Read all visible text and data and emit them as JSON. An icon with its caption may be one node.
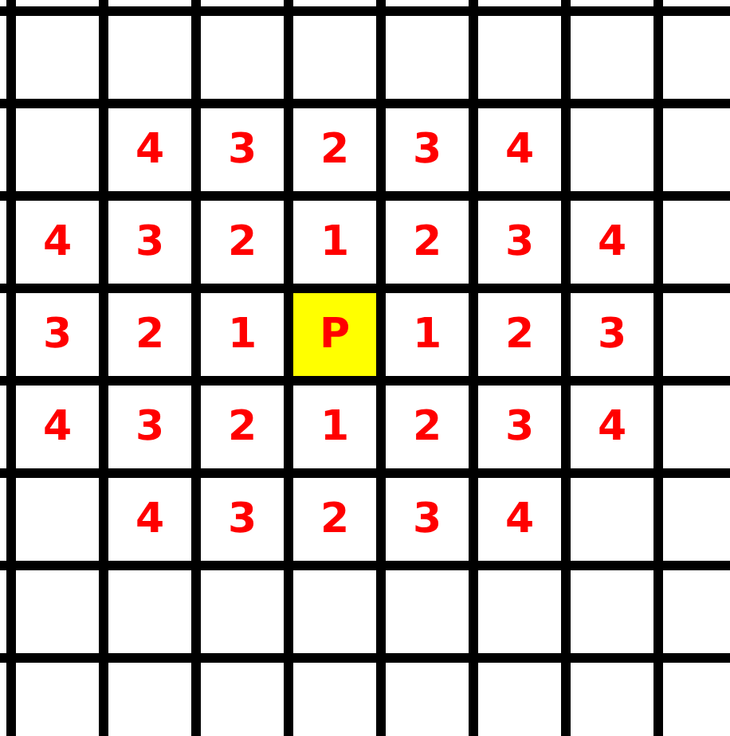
{
  "diagram": {
    "nodes": [
      {
        "text": [
          "P"
        ]
      }
    ],
    "labels": [
      "4",
      "3",
      "2",
      "3",
      "4",
      "4",
      "3",
      "2",
      "1",
      "2",
      "3",
      "4",
      "3",
      "2",
      "1",
      "1",
      "2",
      "3",
      "4",
      "3",
      "2",
      "1",
      "2",
      "3",
      "4",
      "4",
      "3",
      "2",
      "3",
      "4"
    ]
  }
}
